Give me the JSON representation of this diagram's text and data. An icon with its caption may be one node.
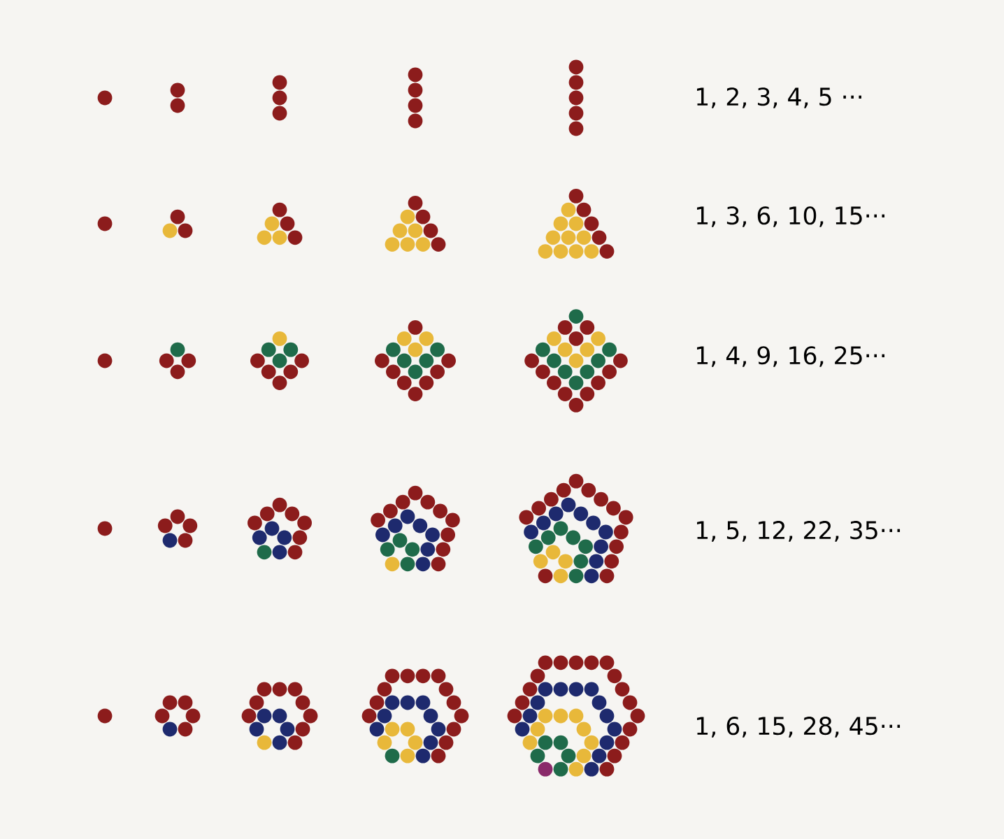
{
  "diagram": {
    "labels": [
      "1, 2, 3, 4, 5 ···",
      "1, 3, 6, 10, 15···",
      "1, 4, 9, 16, 25···",
      "1, 5, 12, 22, 35···",
      "1, 6, 15, 28, 45···"
    ]
  }
}
